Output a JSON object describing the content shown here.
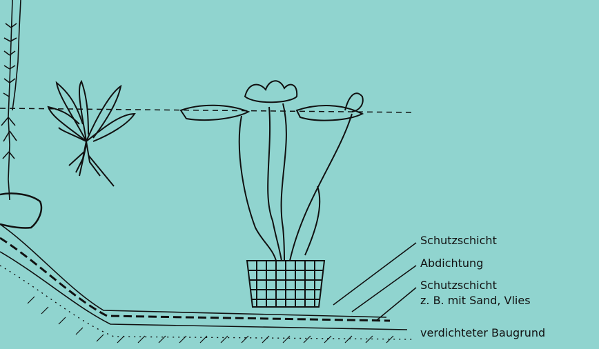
{
  "labels": {
    "layer_1": "Schutzschicht",
    "layer_2": "Abdichtung",
    "layer_3": "Schutzschicht",
    "layer_3_note": "z. B. mit Sand, Vlies",
    "ground": "verdichteter Baugrund"
  },
  "colors": {
    "water": "#90d4cf",
    "ink": "#111111"
  }
}
